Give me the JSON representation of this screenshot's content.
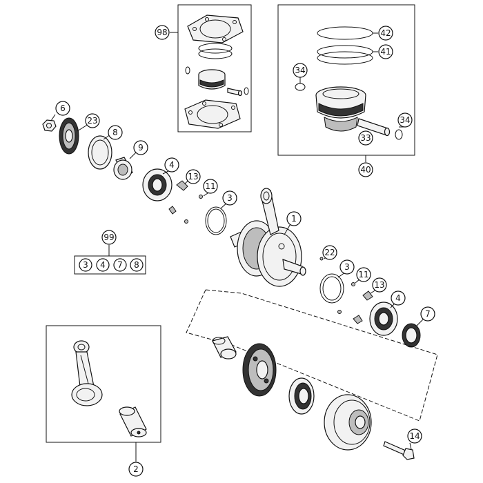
{
  "callouts": {
    "c98": "98",
    "c42": "42",
    "c41": "41",
    "c34a": "34",
    "c34b": "34",
    "c33": "33",
    "c40": "40",
    "c6": "6",
    "c23": "23",
    "c8": "8",
    "c9": "9",
    "c4a": "4",
    "c13a": "13",
    "c11a": "11",
    "c3a": "3",
    "c1": "1",
    "c99": "99",
    "c22": "22",
    "c3b": "3",
    "c11b": "11",
    "c13b": "13",
    "c4b": "4",
    "c7": "7",
    "c14": "14",
    "c2": "2"
  },
  "kit99": {
    "items": [
      "3",
      "4",
      "7",
      "8"
    ]
  }
}
